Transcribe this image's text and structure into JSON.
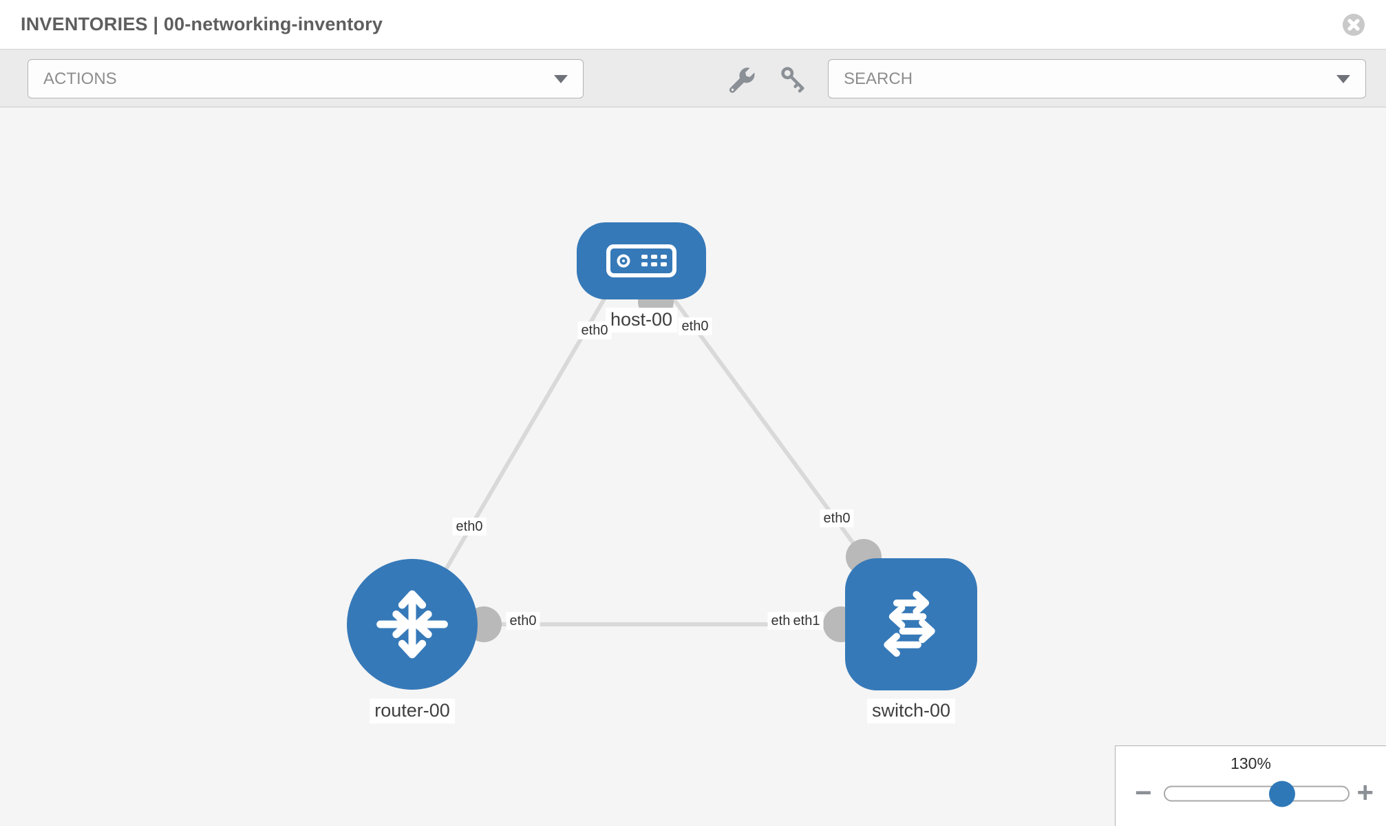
{
  "header": {
    "title": "INVENTORIES | 00-networking-inventory"
  },
  "toolbar": {
    "actions_placeholder": "ACTIONS",
    "search_placeholder": "SEARCH"
  },
  "topology": {
    "nodes": [
      {
        "id": "host-00",
        "type": "host",
        "label": "host-00"
      },
      {
        "id": "router-00",
        "type": "router",
        "label": "router-00"
      },
      {
        "id": "switch-00",
        "type": "switch",
        "label": "switch-00"
      }
    ],
    "links": [
      {
        "from": "host-00",
        "from_interface": "eth0",
        "to": "router-00",
        "to_interface": "eth0"
      },
      {
        "from": "host-00",
        "from_interface": "eth0",
        "to": "switch-00",
        "to_interface": "eth0"
      },
      {
        "from": "router-00",
        "from_interface": "eth0",
        "to": "switch-00",
        "to_interface": "eth1"
      }
    ],
    "interface_labels": [
      {
        "text": "eth0"
      },
      {
        "text": "eth0"
      },
      {
        "text": "eth0"
      },
      {
        "text": "eth0"
      },
      {
        "text": "eth0"
      },
      {
        "text": "eth1"
      },
      {
        "text": "eth0"
      }
    ]
  },
  "zoom_control": {
    "level": "130%",
    "minus_label": "−",
    "plus_label": "+"
  },
  "colors": {
    "node_blue": "#3679b8",
    "connector_gray": "#b9b9b9",
    "edge_gray": "#d9d9d9",
    "canvas_bg": "#f5f5f5"
  }
}
